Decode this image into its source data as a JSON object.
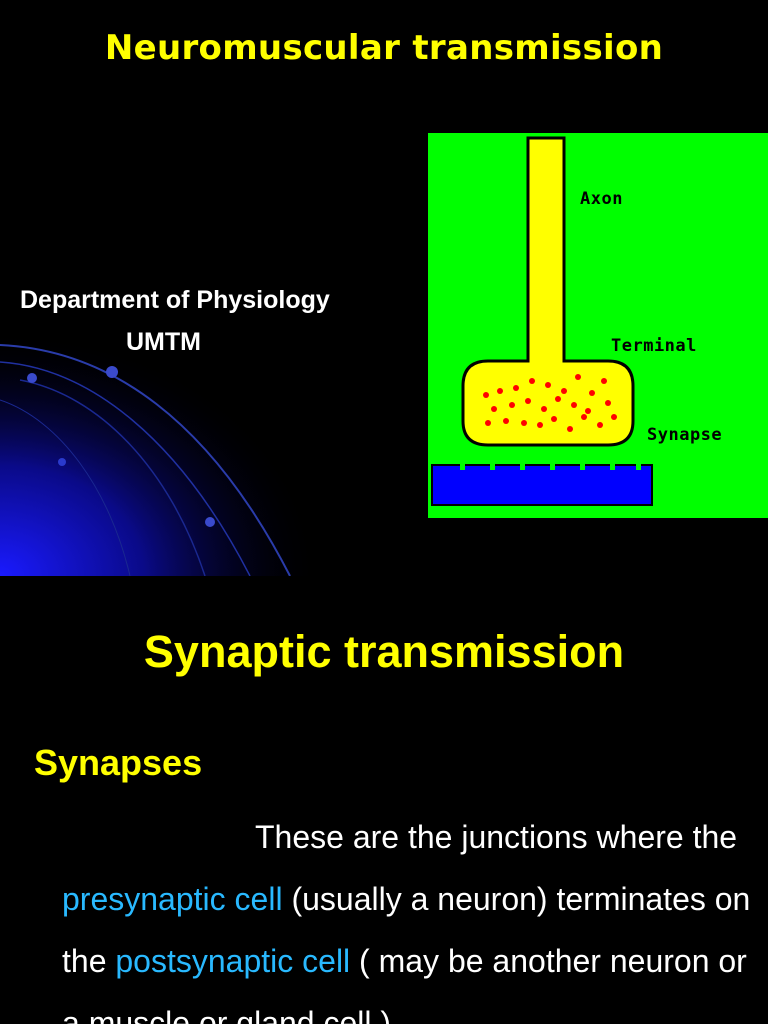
{
  "slide1": {
    "title": "Neuromuscular transmission",
    "department": "Department of Physiology",
    "institution": "UMTM",
    "diagram": {
      "labels": {
        "axon": "Axon",
        "terminal": "Terminal",
        "synapse": "Synapse"
      },
      "colors": {
        "background": "#00ff00",
        "axon": "#ffff00",
        "vesicles": "#ff0000",
        "postsynaptic": "#0000ff",
        "receptors": "#00ff00"
      }
    }
  },
  "slide2": {
    "title": "Synaptic transmission",
    "subheading": "Synapses",
    "paragraph": {
      "part1": "These are the junctions where",
      "part2": "the ",
      "presynaptic": "presynaptic cell",
      "part3": " (usually a neuron) terminates on the ",
      "postsynaptic": "postsynaptic cell",
      "part4": " ( may be another neuron or a muscle or gland cell )."
    }
  },
  "theme": {
    "background": "#000000",
    "title_color": "#ffff00",
    "text_color": "#ffffff",
    "highlight_color": "#29b9ff"
  }
}
